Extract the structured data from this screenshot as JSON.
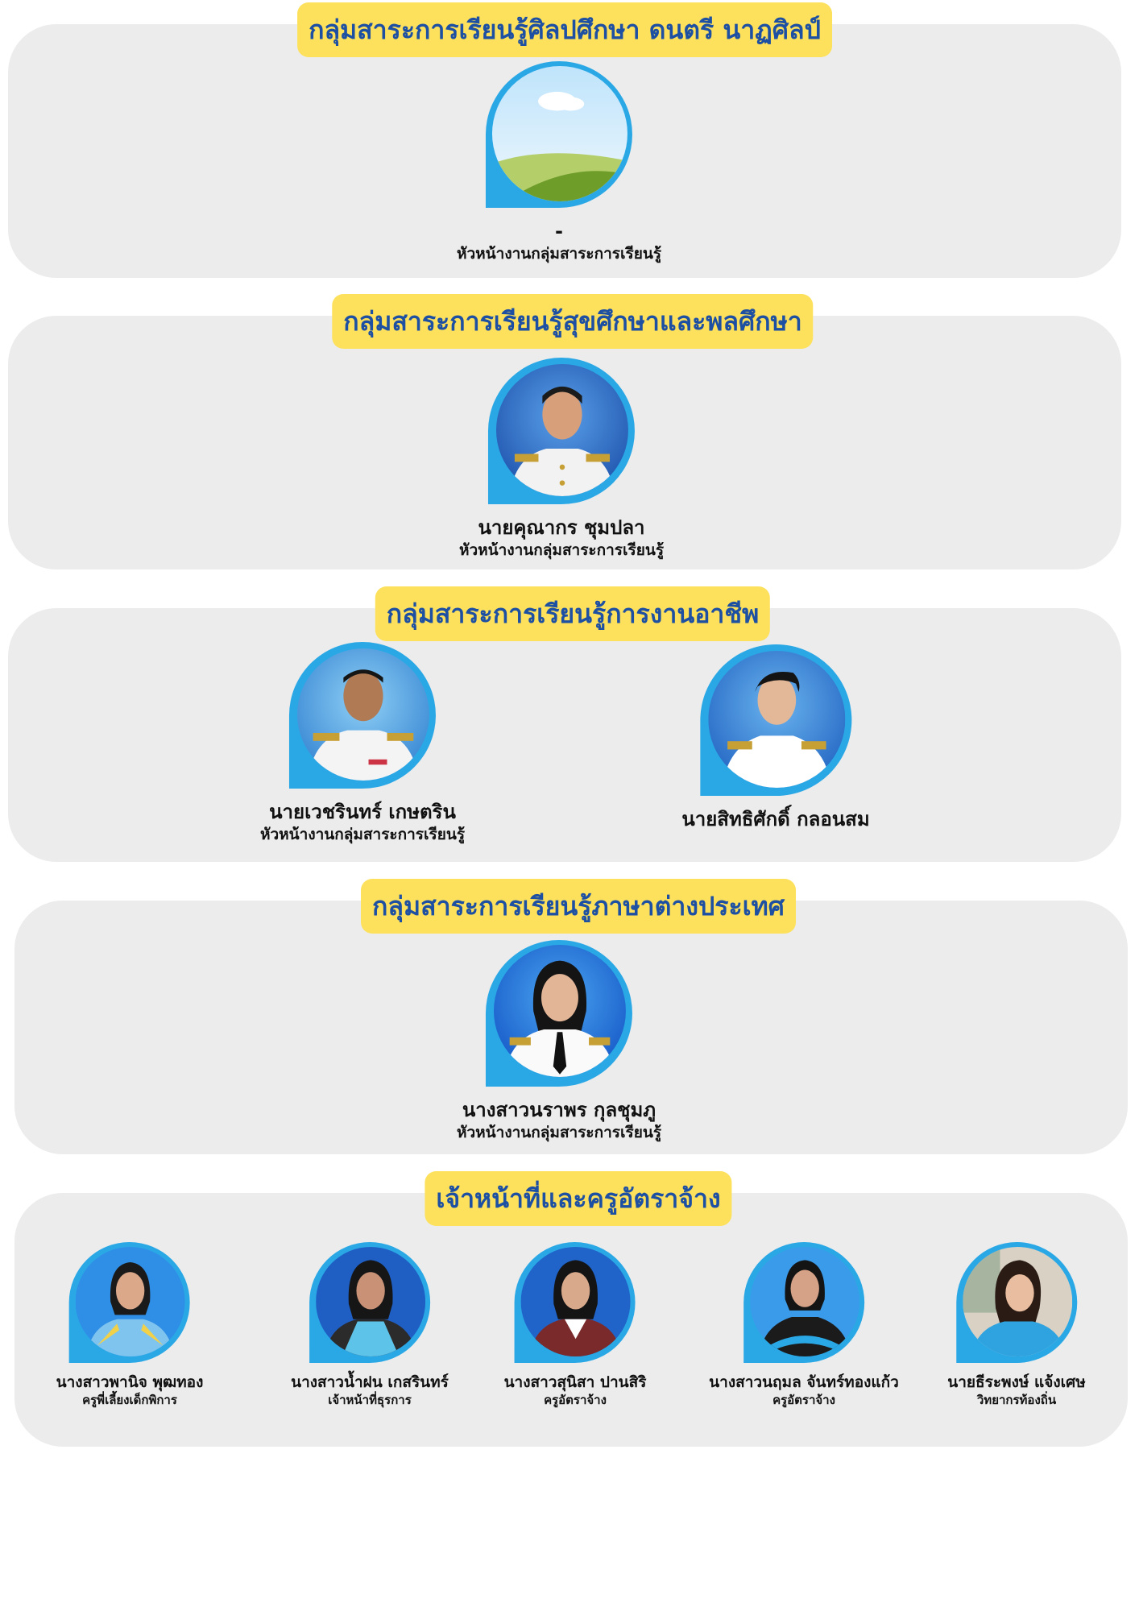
{
  "sections": [
    {
      "title": "กลุ่มสาระการเรียนรู้ศิลปศึกษา ดนตรี นาฏศิลป์",
      "people": [
        {
          "name": "-",
          "role": "หัวหน้างานกลุ่มสาระการเรียนรู้",
          "photo": "placeholder-landscape-icon"
        }
      ]
    },
    {
      "title": "กลุ่มสาระการเรียนรู้สุขศึกษาและพลศึกษา",
      "people": [
        {
          "name": "นายคุณากร ชุมปลา",
          "role": "หัวหน้างานกลุ่มสาระการเรียนรู้",
          "photo": "male-uniform-portrait"
        }
      ]
    },
    {
      "title": "กลุ่มสาระการเรียนรู้การงานอาชีพ",
      "people": [
        {
          "name": "นายเวชรินทร์ เกษตริน",
          "role": "หัวหน้างานกลุ่มสาระการเรียนรู้",
          "photo": "male-uniform-portrait"
        },
        {
          "name": "นายสิทธิศักดิ์ กลอนสม",
          "role": "",
          "photo": "male-uniform-portrait"
        }
      ]
    },
    {
      "title": "กลุ่มสาระการเรียนรู้ภาษาต่างประเทศ",
      "people": [
        {
          "name": "นางสาวนราพร กุลชุมภู",
          "role": "หัวหน้างานกลุ่มสาระการเรียนรู้",
          "photo": "female-uniform-portrait"
        }
      ]
    },
    {
      "title": "เจ้าหน้าที่และครูอัตราจ้าง",
      "people": [
        {
          "name": "นางสาวพานิจ พุฒทอง",
          "role": "ครูพี่เลี้ยงเด็กพิการ",
          "photo": "female-portrait"
        },
        {
          "name": "นางสาวน้ำฝน เกสรินทร์",
          "role": "เจ้าหน้าที่ธุรการ",
          "photo": "female-gown-portrait"
        },
        {
          "name": "นางสาวสุนิสา ปานสิริ",
          "role": "ครูอัตราจ้าง",
          "photo": "female-gown-portrait"
        },
        {
          "name": "นางสาวนฤมล จันทร์ทองแก้ว",
          "role": "ครูอัตราจ้าง",
          "photo": "female-gown-portrait"
        },
        {
          "name": "นายธีระพงษ์ แจ้งเศษ",
          "role": "วิทยากรท้องถิ่น",
          "photo": "casual-portrait"
        }
      ]
    }
  ],
  "colors": {
    "panel": "#ececec",
    "title_bg": "#fde15c",
    "title_text": "#1d4fa3",
    "frame": "#2aa8e6"
  }
}
